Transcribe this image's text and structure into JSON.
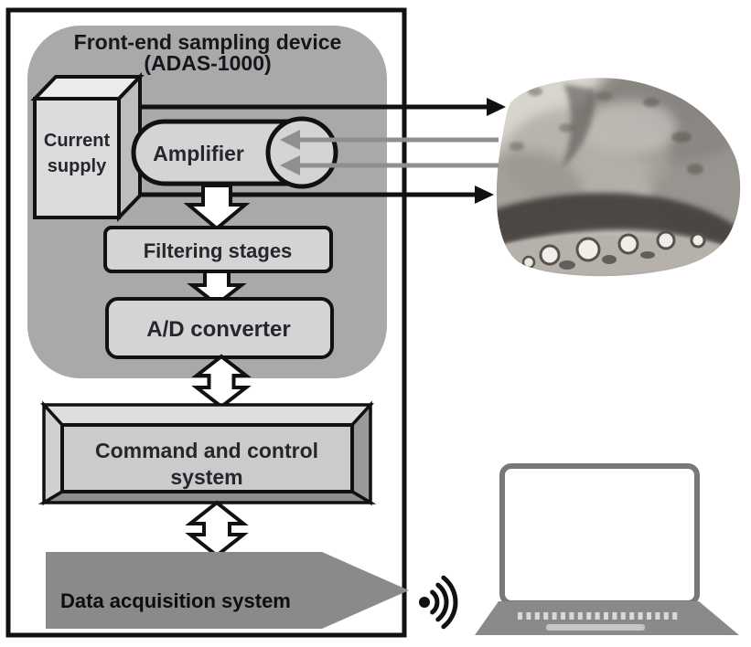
{
  "figure": {
    "front_end_panel": {
      "title_line1": "Front-end sampling device",
      "title_line2": "(ADAS-1000)",
      "current_supply_line1": "Current",
      "current_supply_line2": "supply",
      "amplifier_label": "Amplifier",
      "filtering_label": "Filtering stages",
      "adc_label": "A/D converter"
    },
    "command_label_line1": "Command and control",
    "command_label_line2": "system",
    "data_acquisition_label": "Data acquisition system",
    "icons": {
      "wifi": "wifi-signal-icon",
      "laptop": "laptop-icon",
      "sample": "meat-sample-image"
    },
    "colors": {
      "panel_gray": "#a9a9a9",
      "block_fill": "#d4d4d4",
      "outline_black": "#111111",
      "data_arrow_gray": "#8a8a8a",
      "signal_line_gray": "#8f8f8f",
      "label_dark": "#26262e",
      "laptop_gray": "#787878"
    }
  }
}
